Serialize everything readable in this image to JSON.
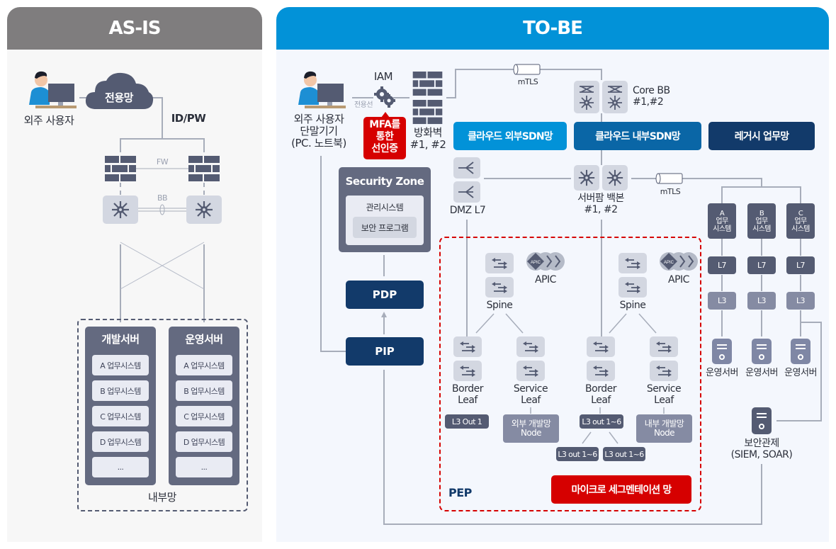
{
  "as_is": {
    "title": "AS-IS",
    "user_label": "외주 사용자",
    "cloud_label": "전용망",
    "auth_label": "ID/PW",
    "fw_label": "FW",
    "bb_label": "BB",
    "zone_label": "내부망",
    "columns": [
      {
        "title": "개발서버",
        "items": [
          "A 업무시스템",
          "B 업무시스템",
          "C 업무시스템",
          "D 업무시스템",
          "..."
        ]
      },
      {
        "title": "운영서버",
        "items": [
          "A 업무시스템",
          "B 업무시스템",
          "C 업무시스템",
          "D 업무시스템",
          "..."
        ]
      }
    ]
  },
  "to_be": {
    "title": "TO-BE",
    "user_label": "외주 사용자\n단말기기\n(PC. 노트북)",
    "iam_label": "IAM",
    "line_label": "전용선",
    "mfa_label": "MFA를\n통한\n선인증",
    "firewall_label": "방화벽\n#1, #2",
    "mtls_label_1": "mTLS",
    "mtls_label_2": "mTLS",
    "core_bb_label": "Core BB\n#1,#2",
    "networks": [
      {
        "label": "클라우드 외부SDN망",
        "color": "#0292d8"
      },
      {
        "label": "클라우드 내부SDN망",
        "color": "#0a66a6"
      },
      {
        "label": "레거시 업무망",
        "color": "#123a6a"
      }
    ],
    "dmz_label": "DMZ L7",
    "server_farm_label": "서버팜 백본\n#1, #2",
    "security_zone": {
      "title": "Security Zone",
      "mgmt_label": "관리시스템",
      "program_label": "보안 프로그램"
    },
    "pdp_label": "PDP",
    "pip_label": "PIP",
    "pep": {
      "label": "PEP",
      "micro_seg_label": "마이크로 세그멘테이션 망",
      "groups": [
        {
          "apic_label": "APIC",
          "spine_label": "Spine",
          "border_leaf_label": "Border\nLeaf",
          "service_leaf_label": "Service\nLeaf",
          "border_out": "L3 Out 1",
          "service_node": "외부 개발망\nNode"
        },
        {
          "apic_label": "APIC",
          "spine_label": "Spine",
          "border_leaf_label": "Border\nLeaf",
          "service_leaf_label": "Service\nLeaf",
          "border_out": "L3 out 1~6",
          "border_sub_outs": [
            "L3 out 1~6",
            "L3 out 1~6"
          ],
          "service_node": "내부 개발망\nNode"
        }
      ]
    },
    "legacy_systems": [
      {
        "system": "A\n업무\n시스템",
        "l7": "L7",
        "l3": "L3",
        "server": "운영서버"
      },
      {
        "system": "B\n업무\n시스템",
        "l7": "L7",
        "l3": "L3",
        "server": "운영서버"
      },
      {
        "system": "C\n업무\n시스템",
        "l7": "L7",
        "l3": "L3",
        "server": "운영서버"
      }
    ],
    "soc_label": "보안관제\n(SIEM, SOAR)"
  },
  "colors": {
    "as_is_header": "#7f7d7e",
    "to_be_header": "#0292d8",
    "alert_red": "#d60000",
    "navy": "#123a6a",
    "device_gray": "#545b72"
  }
}
